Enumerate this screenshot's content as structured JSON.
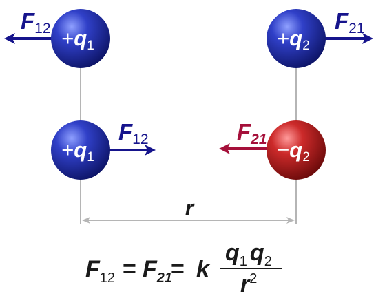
{
  "colors": {
    "positive": "#1f2a9a",
    "negative": "#a5141f",
    "repulsive_arrow": "#16148c",
    "attractive_arrow": "#a5103a",
    "guide": "#b5b5b5",
    "text": "#1a1a1a"
  },
  "top_row": {
    "charge1": {
      "sign": "+",
      "symbol": "q",
      "sub": "1"
    },
    "charge2": {
      "sign": "+",
      "symbol": "q",
      "sub": "2"
    },
    "force1": {
      "symbol": "F",
      "sub": "12"
    },
    "force2": {
      "symbol": "F",
      "sub": "21"
    }
  },
  "bottom_row": {
    "charge1": {
      "sign": "+",
      "symbol": "q",
      "sub": "1"
    },
    "charge2": {
      "sign": "−",
      "symbol": "q",
      "sub": "2"
    },
    "force1": {
      "symbol": "F",
      "sub": "12"
    },
    "force2": {
      "symbol": "F",
      "sub": "21"
    }
  },
  "distance": {
    "symbol": "r"
  },
  "formula": {
    "lhs_symbol": "F",
    "lhs_sub": "12",
    "eq1": "=",
    "mid_symbol": "F",
    "mid_sub": "21",
    "eq2": "=",
    "constant": "k",
    "num_q1": "q",
    "num_q1_sub": "1",
    "num_q2": "q",
    "num_q2_sub": "2",
    "den_symbol": "r",
    "den_exp": "2"
  }
}
